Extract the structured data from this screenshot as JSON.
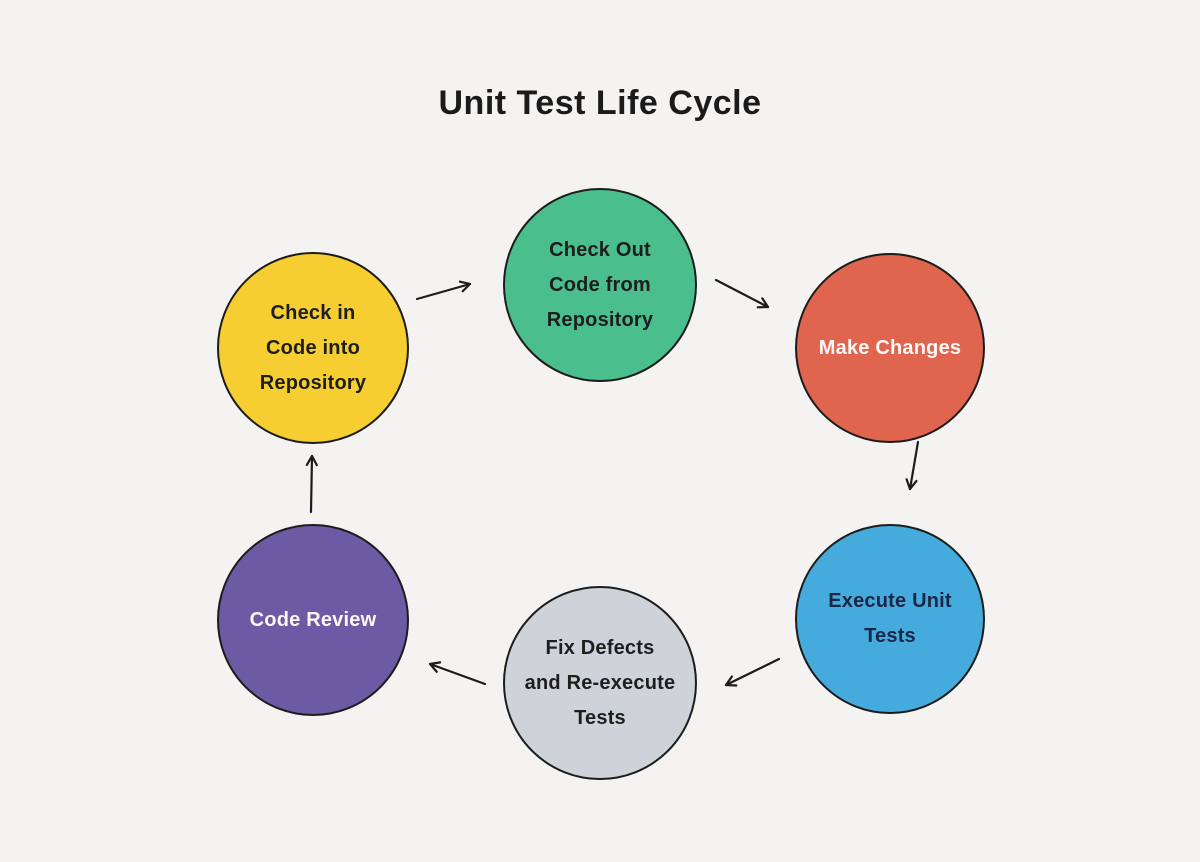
{
  "title": "Unit Test Life Cycle",
  "diagram_type": "cycle",
  "colors": {
    "background": "#f4f3f1",
    "stroke": "#1c1c1c",
    "arrow": "#1c1c1c",
    "check_out_fill": "#4abe8d",
    "make_changes_fill": "#e0654f",
    "execute_tests_fill": "#45abdd",
    "fix_defects_fill": "#ced3d9",
    "code_review_fill": "#6b5ba4",
    "check_in_fill": "#f6ce32",
    "dark_text": "#1e1e1e",
    "light_text": "#fbf8f6",
    "navy_text": "#1b2547"
  },
  "nodes": [
    {
      "id": "check-out-code",
      "label": "Check Out Code from Repository",
      "lines": [
        "Check Out",
        "Code from",
        "Repository"
      ],
      "fill": "#4abe8d",
      "text_color": "#1e1e1e"
    },
    {
      "id": "make-changes",
      "label": "Make Changes",
      "lines": [
        "Make Changes"
      ],
      "fill": "#e0654f",
      "text_color": "#fbf8f6"
    },
    {
      "id": "execute-unit-tests",
      "label": "Execute Unit Tests",
      "lines": [
        "Execute Unit",
        "Tests"
      ],
      "fill": "#45abdd",
      "text_color": "#1b2547"
    },
    {
      "id": "fix-defects",
      "label": "Fix Defects and Re-execute Tests",
      "lines": [
        "Fix Defects",
        "and Re-execute",
        "Tests"
      ],
      "fill": "#ced3d9",
      "text_color": "#1e1e1e"
    },
    {
      "id": "code-review",
      "label": "Code Review",
      "lines": [
        "Code Review"
      ],
      "fill": "#6b5ba4",
      "text_color": "#fbf8f6"
    },
    {
      "id": "check-in-code",
      "label": "Check in Code into Repository",
      "lines": [
        "Check in",
        "Code into",
        "Repository"
      ],
      "fill": "#f6ce32",
      "text_color": "#1e1e1e"
    }
  ],
  "edges": [
    {
      "from": "check-in-code",
      "to": "check-out-code"
    },
    {
      "from": "check-out-code",
      "to": "make-changes"
    },
    {
      "from": "make-changes",
      "to": "execute-unit-tests"
    },
    {
      "from": "execute-unit-tests",
      "to": "fix-defects"
    },
    {
      "from": "fix-defects",
      "to": "code-review"
    },
    {
      "from": "code-review",
      "to": "check-in-code"
    }
  ]
}
